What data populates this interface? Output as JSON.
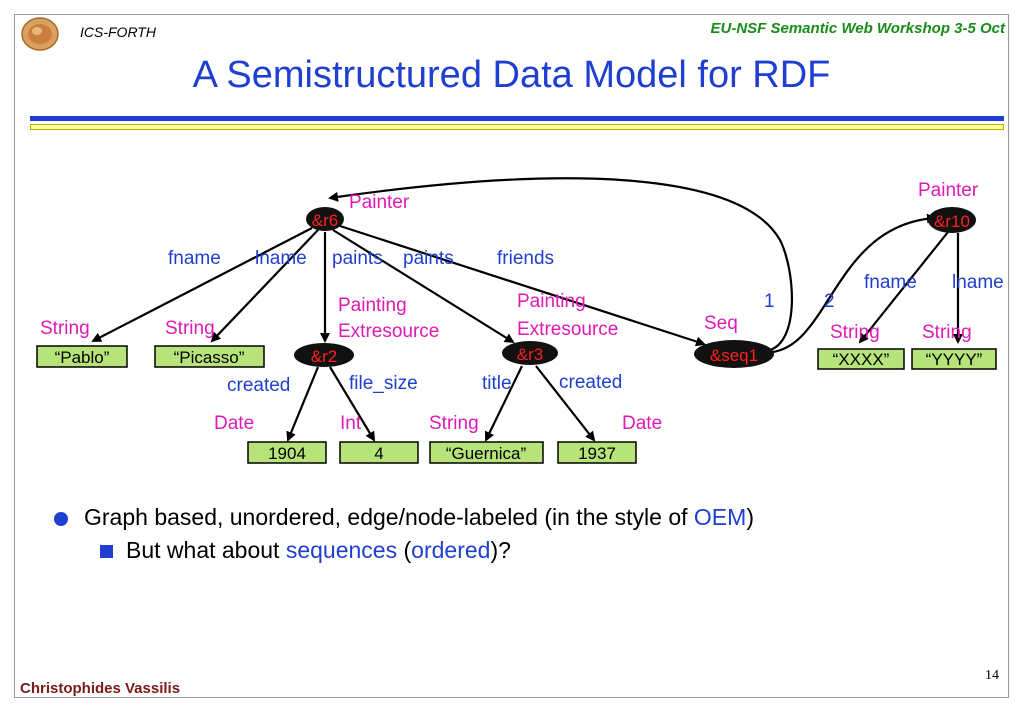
{
  "header": {
    "org": "ICS-FORTH",
    "event": "EU-NSF Semantic Web Workshop 3-5 Oct",
    "title": "A Semistructured Data Model for RDF"
  },
  "graph": {
    "nodes": {
      "r6": "&r6",
      "r2": "&r2",
      "r3": "&r3",
      "seq1": "&seq1",
      "r10": "&r10"
    },
    "values": {
      "pablo": "“Pablo”",
      "picasso": "“Picasso”",
      "v1904": "1904",
      "v4": "4",
      "guernica": "“Guernica”",
      "v1937": "1937",
      "xxxx": "“XXXX”",
      "yyyy": "“YYYY”"
    },
    "edge_labels": {
      "fname": "fname",
      "lname": "lname",
      "paints1": "paints",
      "paints2": "paints",
      "friends": "friends",
      "created1": "created",
      "file_size": "file_size",
      "title": "title",
      "created2": "created",
      "one": "1",
      "two": "2",
      "fname2": "fname",
      "lname2": "lname"
    },
    "type_labels": {
      "painter1": "Painter",
      "painter2": "Painter",
      "string1": "String",
      "string2": "String",
      "painting1_l1": "Painting",
      "painting1_l2": "Extresource",
      "painting2_l1": "Painting",
      "painting2_l2": "Extresource",
      "seq": "Seq",
      "date1": "Date",
      "int": "Int",
      "string3": "String",
      "date2": "Date",
      "string4": "String",
      "string5": "String"
    }
  },
  "bullets": {
    "b1_pre": "Graph based, unordered, edge/node-labeled (in the style of ",
    "b1_oem": "OEM",
    "b1_post": ")",
    "b2_pre": "But what about ",
    "b2_seq": "sequences",
    "b2_mid": " (",
    "b2_ord": "ordered",
    "b2_post": ")?"
  },
  "footer": {
    "author": "Christophides Vassilis",
    "page": "14"
  },
  "colors": {
    "title": "#1f3fd0",
    "edge_label": "#1f3fd0",
    "type_label": "#e01ab4",
    "node_fill": "#111111",
    "node_text": "#ff2020",
    "value_fill": "#b6e47a",
    "event": "#1a8c1a",
    "author": "#7a1a1a"
  }
}
